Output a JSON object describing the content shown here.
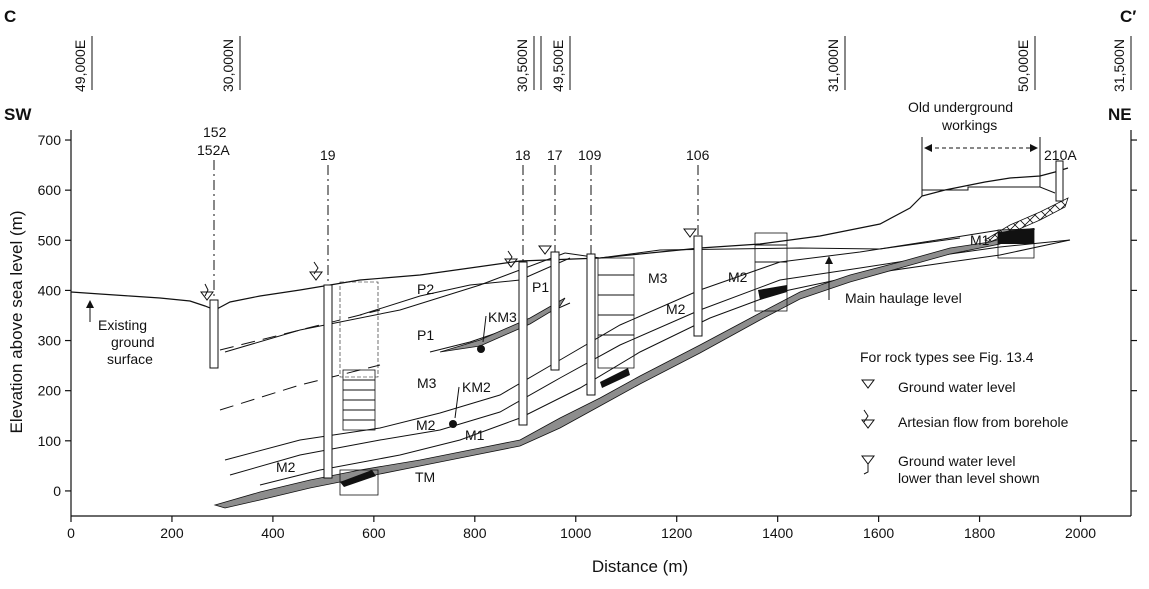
{
  "section": {
    "end_left": "C",
    "end_right": "C′",
    "dir_left": "SW",
    "dir_right": "NE"
  },
  "grid_refs": [
    {
      "label": "49,000E",
      "double": false
    },
    {
      "label": "30,000N",
      "double": false
    },
    {
      "label": "30,500N",
      "double": true
    },
    {
      "label": "49,500E",
      "double": false
    },
    {
      "label": "31,000N",
      "double": false
    },
    {
      "label": "50,000E",
      "double": false
    },
    {
      "label": "31,500N",
      "double": false
    }
  ],
  "axes": {
    "xlabel": "Distance (m)",
    "ylabel": "Elevation above sea level (m)",
    "xlim": [
      0,
      2100
    ],
    "ylim": [
      -50,
      720
    ],
    "xticks": [
      0,
      200,
      400,
      600,
      800,
      1000,
      1200,
      1400,
      1600,
      1800,
      2000
    ],
    "yticks": [
      0,
      100,
      200,
      300,
      400,
      500,
      600,
      700
    ]
  },
  "boreholes": [
    {
      "label": "152",
      "label2": "152A"
    },
    {
      "label": "19"
    },
    {
      "label": "18"
    },
    {
      "label": "17"
    },
    {
      "label": "109"
    },
    {
      "label": "106"
    },
    {
      "label": "210A"
    }
  ],
  "units": {
    "p2": "P2",
    "p1_a": "P1",
    "p1_b": "P1",
    "m3_a": "M3",
    "m3_b": "M3",
    "m2_a": "M2",
    "m2_b": "M2",
    "m2_c": "M2",
    "m2_d": "M2",
    "m1_a": "M1",
    "m1_b": "M1",
    "tm": "TM",
    "km3": "KM3",
    "km2": "KM2"
  },
  "annotations": {
    "ground_1": "Existing",
    "ground_2": "ground",
    "ground_3": "surface",
    "old_workings_1": "Old underground",
    "old_workings_2": "workings",
    "haulage": "Main haulage level"
  },
  "legend": {
    "title": "For rock types see Fig. 13.4",
    "gwl": "Ground water level",
    "artesian": "Artesian flow from borehole",
    "lower_1": "Ground water level",
    "lower_2": "lower than level shown"
  }
}
